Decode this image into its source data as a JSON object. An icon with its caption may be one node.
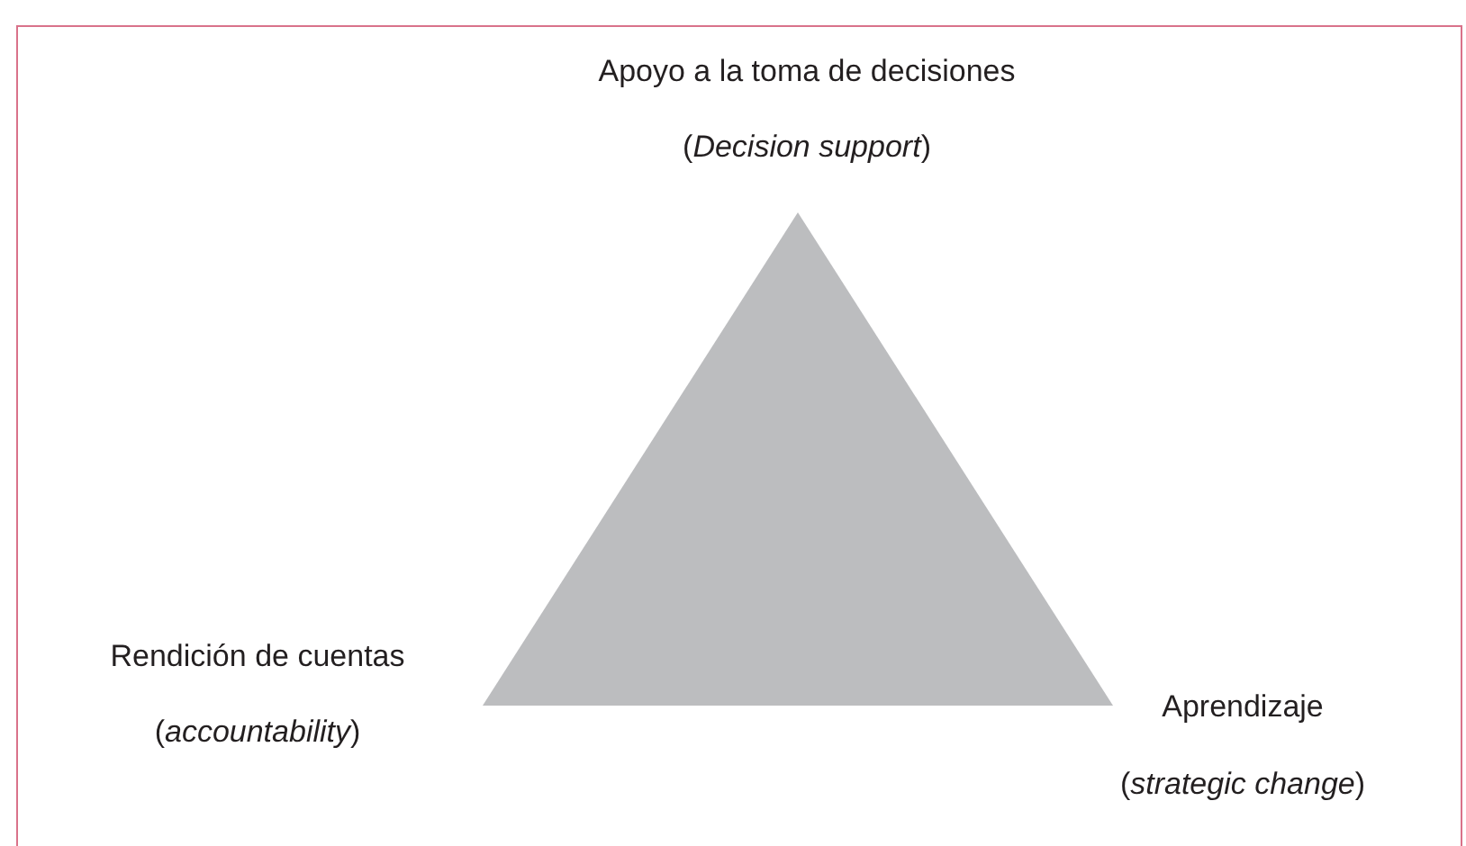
{
  "diagram": {
    "nodes": [
      {
        "text": [],
        "shape": "triangle"
      }
    ],
    "labels": [
      "Apoyo a la toma de decisiones",
      "(*Decision support*)",
      "Rendición de cuentas",
      "(*accountability*)",
      "Aprendizaje",
      "(*strategic change*)"
    ]
  }
}
